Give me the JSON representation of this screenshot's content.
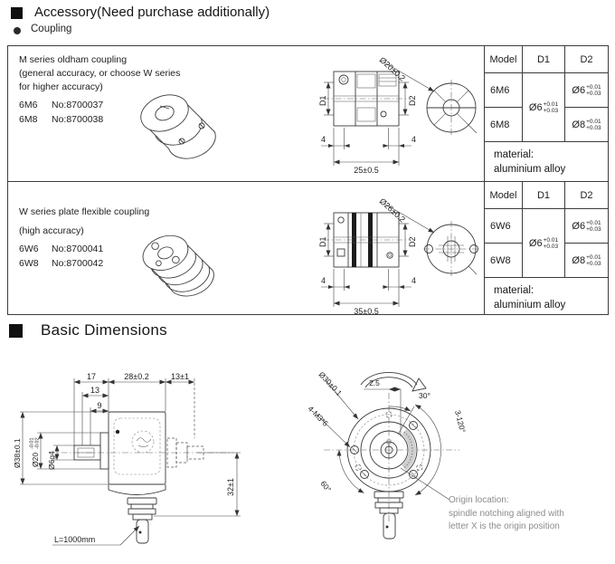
{
  "header": {
    "accessory_title": "Accessory(Need purchase additionally)",
    "coupling_label": "Coupling"
  },
  "rows": [
    {
      "desc1": "M series oldham coupling",
      "desc2": "(general accuracy, or choose W series",
      "desc3": "for higher accuracy)",
      "model_a": "6M6",
      "model_a_no": "No:8700037",
      "model_b": "6M8",
      "model_b_no": "No:8700038",
      "drawing": {
        "d1": "D1",
        "d2": "D2",
        "dim_left": "4",
        "dim_right": "4",
        "dim_width": "25±0.5",
        "dim_dia": "Ø20±0.2"
      },
      "spec": {
        "h_model": "Model",
        "h_d1": "D1",
        "h_d2": "D2",
        "row_a_model": "6M6",
        "row_b_model": "6M8",
        "d1_base": "Ø6",
        "d1_sup": "+0.01",
        "d1_sub": "+0.03",
        "row_a_d2_base": "Ø6",
        "row_a_d2_sup": "+0.01",
        "row_a_d2_sub": "+0.03",
        "row_b_d2_base": "Ø8",
        "row_b_d2_sup": "+0.01",
        "row_b_d2_sub": "+0.03",
        "material_label": "material:",
        "material_value": "aluminium alloy"
      }
    },
    {
      "desc1": "W series plate flexible coupling",
      "desc2": "(high accuracy)",
      "model_a": "6W6",
      "model_a_no": "No:8700041",
      "model_b": "6W8",
      "model_b_no": "No:8700042",
      "drawing": {
        "d1": "D1",
        "d2": "D2",
        "dim_left": "4",
        "dim_right": "4",
        "dim_width": "35±0.5",
        "dim_dia": "Ø26±0.2"
      },
      "spec": {
        "h_model": "Model",
        "h_d1": "D1",
        "h_d2": "D2",
        "row_a_model": "6W6",
        "row_b_model": "6W8",
        "d1_base": "Ø6",
        "d1_sup": "+0.01",
        "d1_sub": "+0.03",
        "row_a_d2_base": "Ø6",
        "row_a_d2_sup": "+0.01",
        "row_a_d2_sub": "+0.03",
        "row_b_d2_base": "Ø8",
        "row_b_d2_sup": "+0.01",
        "row_b_d2_sub": "+0.03",
        "material_label": "material:",
        "material_value": "aluminium alloy"
      }
    }
  ],
  "basic": {
    "title": "Basic Dimensions",
    "side": {
      "dim_top1": "17",
      "dim_top2": "28±0.2",
      "dim_top3": "13±1",
      "dim_mid": "13",
      "dim_small": "9",
      "dia_outer": "Ø38±0.1",
      "dia_boss_base": "Ø20",
      "dia_boss_sup": "-0.01",
      "dia_boss_sub": "-0.02",
      "dia_shaft": "Ø6g4",
      "dim_height": "32±1",
      "cable": "L=1000mm"
    },
    "front": {
      "angle_top": "30°",
      "dim_offset": "2.5",
      "dia_body": "Ø30±0.1",
      "screw_spec": "4-M3*6",
      "hole_spec": "3-120°",
      "angle_left": "60°",
      "note1": "Origin location:",
      "note2": "spindle notching aligned with",
      "note3": "letter X is the origin position"
    }
  }
}
